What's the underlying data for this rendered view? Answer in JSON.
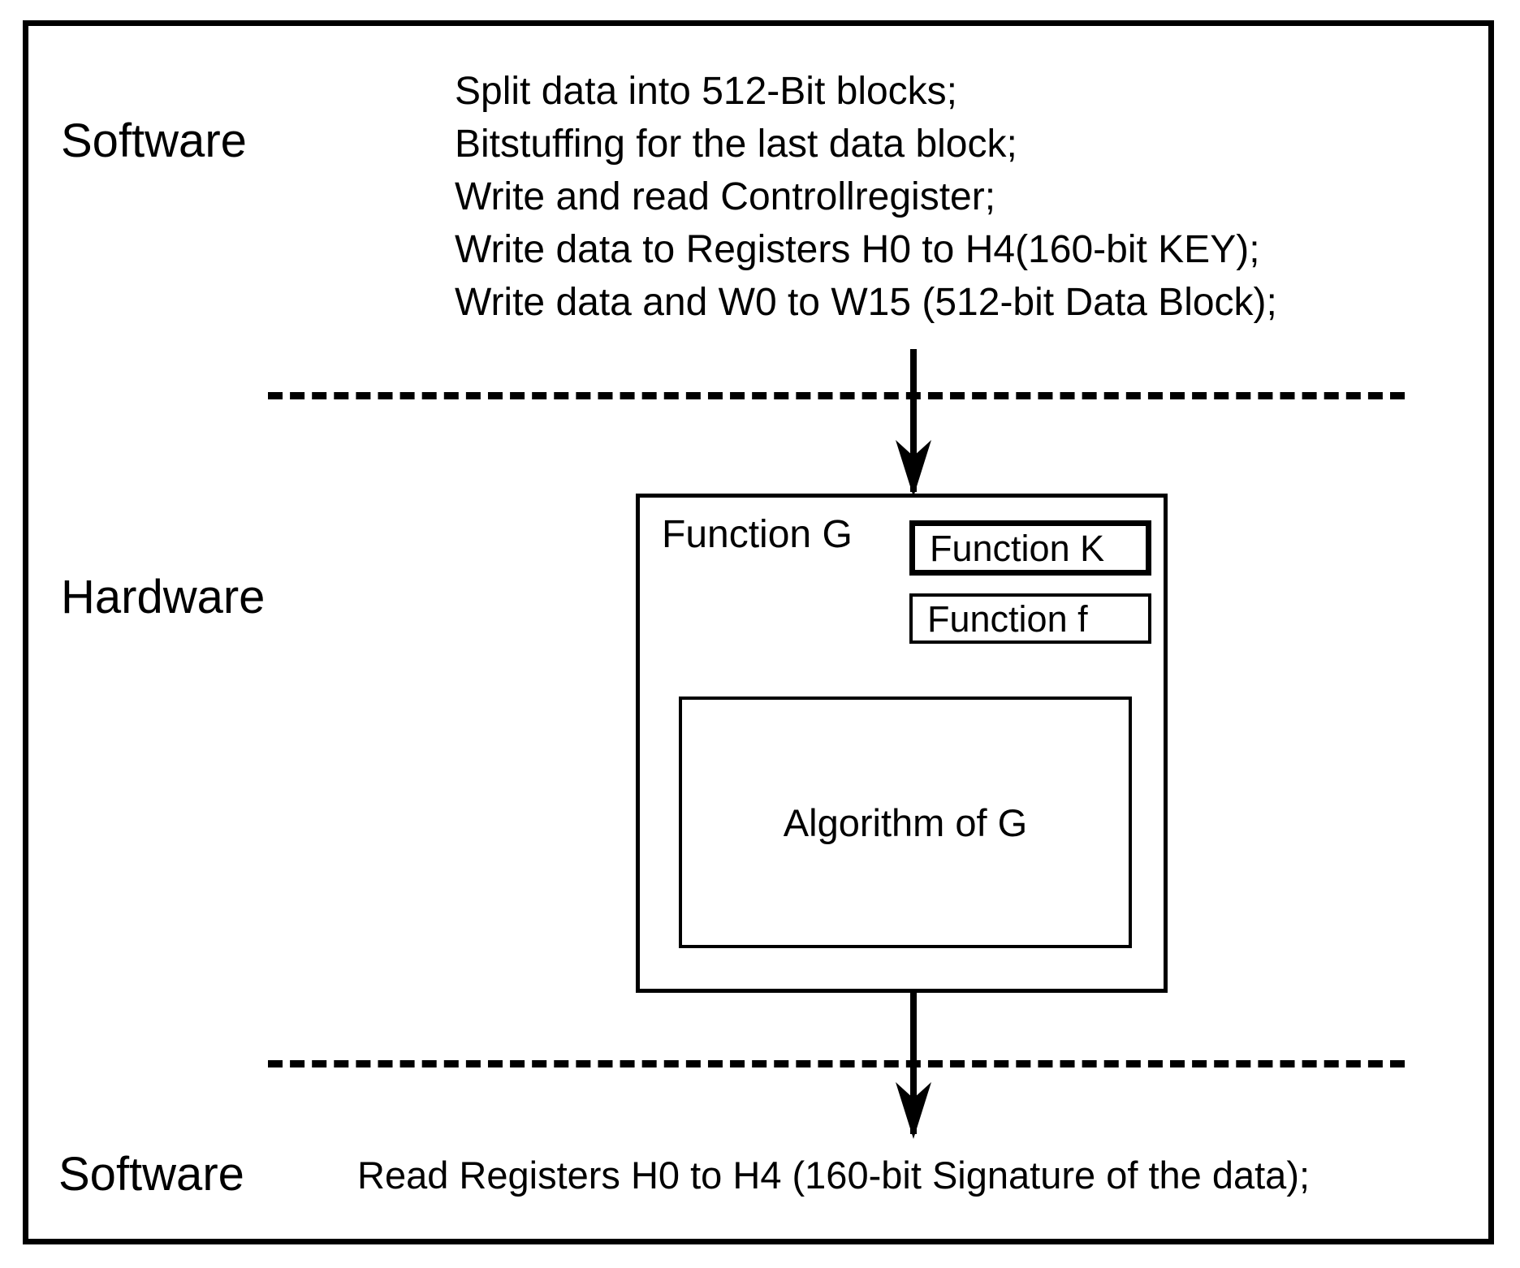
{
  "diagram": {
    "title_layers": {
      "software_top": "Software",
      "hardware": "Hardware",
      "software_bottom": "Software"
    },
    "software_steps": [
      "Split data into 512-Bit blocks;",
      "Bitstuffing for the last data block;",
      "Write and read Controllregister;",
      "Write data to Registers H0 to H4(160-bit KEY);",
      "Write data and W0 to W15 (512-bit Data Block);"
    ],
    "hardware": {
      "function_g_label": "Function G",
      "function_k_label": "Function K",
      "function_f_label": "Function f",
      "algorithm_label": "Algorithm of G"
    },
    "software_bottom_text": "Read Registers H0 to H4 (160-bit Signature of the data);",
    "arrows": {
      "down_to_hardware": "arrow-down",
      "down_to_software": "arrow-down"
    },
    "colors": {
      "stroke": "#000000",
      "background": "#ffffff"
    }
  }
}
